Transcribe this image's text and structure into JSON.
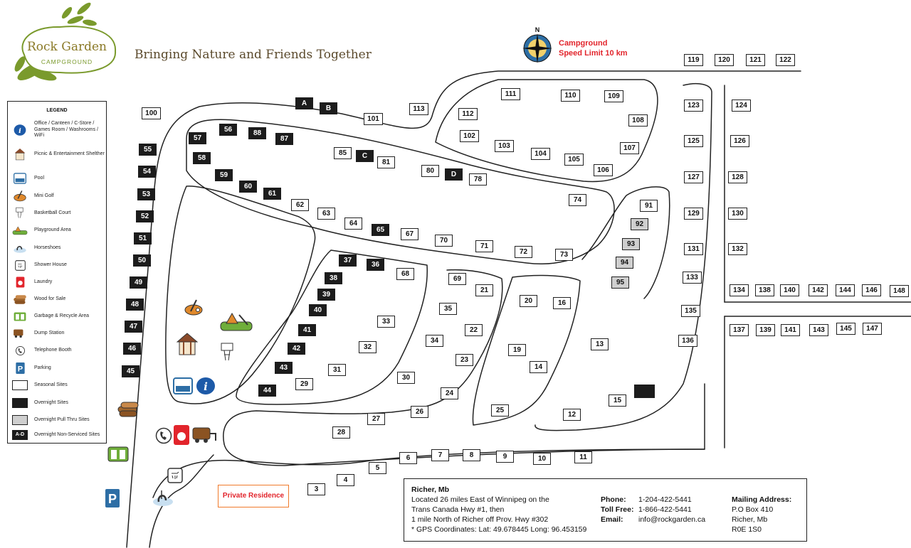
{
  "header": {
    "logo": {
      "line1": "Rock Garden",
      "line2": "CAMPGROUND"
    },
    "slogan": "Bringing Nature and Friends Together",
    "speed_limit": {
      "line1": "Campground",
      "line2": "Speed Limit 10 km"
    }
  },
  "legend": {
    "title": "LEGEND",
    "items": [
      {
        "icon": "info-icon",
        "label": "Office / Canteen / C-Store / Games Room / Washrooms / WiFi"
      },
      {
        "icon": "gazebo-icon",
        "label": "Picnic & Entertainment Shelther"
      },
      {
        "icon": "pool-icon",
        "label": "Pool"
      },
      {
        "icon": "mini-golf-icon",
        "label": "Mini Golf"
      },
      {
        "icon": "basketball-icon",
        "label": "Basketball Court"
      },
      {
        "icon": "playground-icon",
        "label": "Playground Area"
      },
      {
        "icon": "horseshoe-icon",
        "label": "Horseshoes"
      },
      {
        "icon": "shower-icon",
        "label": "Shower House"
      },
      {
        "icon": "laundry-icon",
        "label": "Laundry"
      },
      {
        "icon": "wood-icon",
        "label": "Wood for Sale"
      },
      {
        "icon": "garbage-icon",
        "label": "Garbage & Recycle Area"
      },
      {
        "icon": "dump-station-icon",
        "label": "Dump Station"
      },
      {
        "icon": "telephone-icon",
        "label": "Telephone Booth"
      },
      {
        "icon": "parking-icon",
        "label": "Parking"
      },
      {
        "icon": "seasonal-swatch",
        "label": "Seasonal Sites"
      },
      {
        "icon": "overnight-swatch",
        "label": "Overnight Sites"
      },
      {
        "icon": "pull-thru-swatch",
        "label": "Overnight Pull Thru Sites"
      },
      {
        "icon": "non-serviced-swatch",
        "swatch_text": "A-D",
        "label": "Overnight Non-Serviced Sites"
      }
    ]
  },
  "site_types": {
    "seasonal": "#ffffff",
    "overnight": "#1c1c1c",
    "pull_thru": "#cfcfcf"
  },
  "sites": [
    {
      "label": "A",
      "type": "overnight"
    },
    {
      "label": "B",
      "type": "overnight"
    },
    {
      "label": "C",
      "type": "overnight"
    },
    {
      "label": "D",
      "type": "overnight"
    },
    {
      "label": "",
      "type": "overnight"
    },
    {
      "label": "3",
      "type": "seasonal"
    },
    {
      "label": "4",
      "type": "seasonal"
    },
    {
      "label": "5",
      "type": "seasonal"
    },
    {
      "label": "6",
      "type": "seasonal"
    },
    {
      "label": "7",
      "type": "seasonal"
    },
    {
      "label": "8",
      "type": "seasonal"
    },
    {
      "label": "9",
      "type": "seasonal"
    },
    {
      "label": "10",
      "type": "seasonal"
    },
    {
      "label": "11",
      "type": "seasonal"
    },
    {
      "label": "12",
      "type": "seasonal"
    },
    {
      "label": "13",
      "type": "seasonal"
    },
    {
      "label": "14",
      "type": "seasonal"
    },
    {
      "label": "15",
      "type": "seasonal"
    },
    {
      "label": "16",
      "type": "seasonal"
    },
    {
      "label": "19",
      "type": "seasonal"
    },
    {
      "label": "20",
      "type": "seasonal"
    },
    {
      "label": "21",
      "type": "seasonal"
    },
    {
      "label": "22",
      "type": "seasonal"
    },
    {
      "label": "23",
      "type": "seasonal"
    },
    {
      "label": "24",
      "type": "seasonal"
    },
    {
      "label": "25",
      "type": "seasonal"
    },
    {
      "label": "26",
      "type": "seasonal"
    },
    {
      "label": "27",
      "type": "seasonal"
    },
    {
      "label": "28",
      "type": "seasonal"
    },
    {
      "label": "29",
      "type": "seasonal"
    },
    {
      "label": "30",
      "type": "seasonal"
    },
    {
      "label": "31",
      "type": "seasonal"
    },
    {
      "label": "32",
      "type": "seasonal"
    },
    {
      "label": "33",
      "type": "seasonal"
    },
    {
      "label": "34",
      "type": "seasonal"
    },
    {
      "label": "35",
      "type": "seasonal"
    },
    {
      "label": "36",
      "type": "overnight"
    },
    {
      "label": "37",
      "type": "overnight"
    },
    {
      "label": "38",
      "type": "overnight"
    },
    {
      "label": "39",
      "type": "overnight"
    },
    {
      "label": "40",
      "type": "overnight"
    },
    {
      "label": "41",
      "type": "overnight"
    },
    {
      "label": "42",
      "type": "overnight"
    },
    {
      "label": "43",
      "type": "overnight"
    },
    {
      "label": "44",
      "type": "overnight"
    },
    {
      "label": "45",
      "type": "overnight"
    },
    {
      "label": "46",
      "type": "overnight"
    },
    {
      "label": "47",
      "type": "overnight"
    },
    {
      "label": "48",
      "type": "overnight"
    },
    {
      "label": "49",
      "type": "overnight"
    },
    {
      "label": "50",
      "type": "overnight"
    },
    {
      "label": "51",
      "type": "overnight"
    },
    {
      "label": "52",
      "type": "overnight"
    },
    {
      "label": "53",
      "type": "overnight"
    },
    {
      "label": "54",
      "type": "overnight"
    },
    {
      "label": "55",
      "type": "overnight"
    },
    {
      "label": "56",
      "type": "overnight"
    },
    {
      "label": "57",
      "type": "overnight"
    },
    {
      "label": "58",
      "type": "overnight"
    },
    {
      "label": "59",
      "type": "overnight"
    },
    {
      "label": "60",
      "type": "overnight"
    },
    {
      "label": "61",
      "type": "overnight"
    },
    {
      "label": "62",
      "type": "seasonal"
    },
    {
      "label": "63",
      "type": "seasonal"
    },
    {
      "label": "64",
      "type": "seasonal"
    },
    {
      "label": "65",
      "type": "overnight"
    },
    {
      "label": "67",
      "type": "seasonal"
    },
    {
      "label": "68",
      "type": "seasonal"
    },
    {
      "label": "69",
      "type": "seasonal"
    },
    {
      "label": "70",
      "type": "seasonal"
    },
    {
      "label": "71",
      "type": "seasonal"
    },
    {
      "label": "72",
      "type": "seasonal"
    },
    {
      "label": "73",
      "type": "seasonal"
    },
    {
      "label": "74",
      "type": "seasonal"
    },
    {
      "label": "78",
      "type": "seasonal"
    },
    {
      "label": "80",
      "type": "seasonal"
    },
    {
      "label": "81",
      "type": "seasonal"
    },
    {
      "label": "85",
      "type": "seasonal"
    },
    {
      "label": "87",
      "type": "overnight"
    },
    {
      "label": "88",
      "type": "overnight"
    },
    {
      "label": "91",
      "type": "seasonal"
    },
    {
      "label": "92",
      "type": "pull_thru"
    },
    {
      "label": "93",
      "type": "pull_thru"
    },
    {
      "label": "94",
      "type": "pull_thru"
    },
    {
      "label": "95",
      "type": "pull_thru"
    },
    {
      "label": "100",
      "type": "seasonal"
    },
    {
      "label": "101",
      "type": "seasonal"
    },
    {
      "label": "102",
      "type": "seasonal"
    },
    {
      "label": "103",
      "type": "seasonal"
    },
    {
      "label": "104",
      "type": "seasonal"
    },
    {
      "label": "105",
      "type": "seasonal"
    },
    {
      "label": "106",
      "type": "seasonal"
    },
    {
      "label": "107",
      "type": "seasonal"
    },
    {
      "label": "108",
      "type": "seasonal"
    },
    {
      "label": "109",
      "type": "seasonal"
    },
    {
      "label": "110",
      "type": "seasonal"
    },
    {
      "label": "111",
      "type": "seasonal"
    },
    {
      "label": "112",
      "type": "seasonal"
    },
    {
      "label": "113",
      "type": "seasonal"
    },
    {
      "label": "119",
      "type": "seasonal"
    },
    {
      "label": "120",
      "type": "seasonal"
    },
    {
      "label": "121",
      "type": "seasonal"
    },
    {
      "label": "122",
      "type": "seasonal"
    },
    {
      "label": "123",
      "type": "seasonal"
    },
    {
      "label": "124",
      "type": "seasonal"
    },
    {
      "label": "125",
      "type": "seasonal"
    },
    {
      "label": "126",
      "type": "seasonal"
    },
    {
      "label": "127",
      "type": "seasonal"
    },
    {
      "label": "128",
      "type": "seasonal"
    },
    {
      "label": "129",
      "type": "seasonal"
    },
    {
      "label": "130",
      "type": "seasonal"
    },
    {
      "label": "131",
      "type": "seasonal"
    },
    {
      "label": "132",
      "type": "seasonal"
    },
    {
      "label": "133",
      "type": "seasonal"
    },
    {
      "label": "134",
      "type": "seasonal"
    },
    {
      "label": "135",
      "type": "seasonal"
    },
    {
      "label": "136",
      "type": "seasonal"
    },
    {
      "label": "137",
      "type": "seasonal"
    },
    {
      "label": "138",
      "type": "seasonal"
    },
    {
      "label": "139",
      "type": "seasonal"
    },
    {
      "label": "140",
      "type": "seasonal"
    },
    {
      "label": "141",
      "type": "seasonal"
    },
    {
      "label": "142",
      "type": "seasonal"
    },
    {
      "label": "143",
      "type": "seasonal"
    },
    {
      "label": "144",
      "type": "seasonal"
    },
    {
      "label": "145",
      "type": "seasonal"
    },
    {
      "label": "146",
      "type": "seasonal"
    },
    {
      "label": "147",
      "type": "seasonal"
    },
    {
      "label": "148",
      "type": "seasonal"
    }
  ],
  "private_residence": "Private Residence",
  "info": {
    "location_title": "Richer, Mb",
    "location_lines": [
      "Located 26 miles East of Winnipeg on the",
      "Trans Canada Hwy #1, then",
      "1 mile North of Richer off Prov. Hwy #302",
      "* GPS Coordinates:  Lat: 49.678445 Long: 96.453159"
    ],
    "phone_label": "Phone:",
    "phone": "1-204-422-5441",
    "tollfree_label": "Toll Free:",
    "tollfree": "1-866-422-5441",
    "email_label": "Email:",
    "email": "info@rockgarden.ca",
    "mailing_title": "Mailing Address:",
    "mailing_lines": [
      "P.O Box 410",
      "Richer, Mb",
      "R0E 1S0"
    ]
  }
}
